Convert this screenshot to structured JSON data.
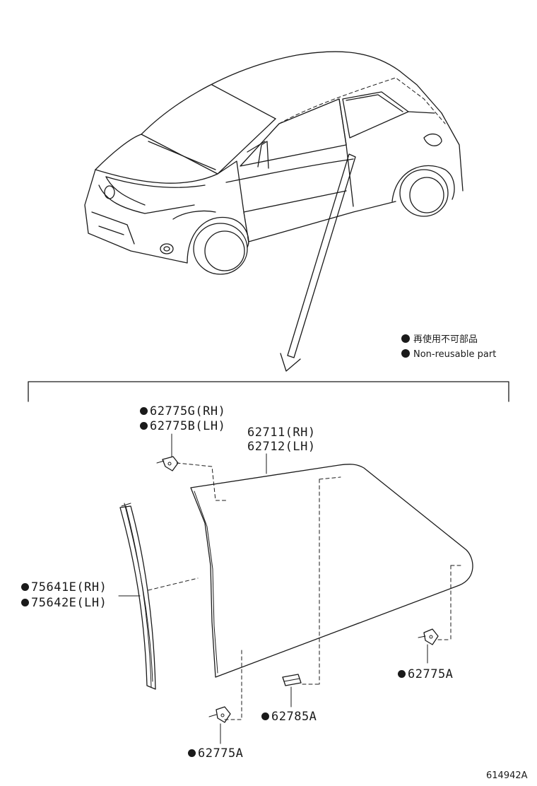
{
  "legend": {
    "items": [
      {
        "text": "再使用不可部品"
      },
      {
        "text": "Non-reusable part"
      }
    ]
  },
  "parts": {
    "clip_upper_rh": "62775G(RH)",
    "clip_upper_lh": "62775B(LH)",
    "glass_rh": "62711(RH)",
    "glass_lh": "62712(LH)",
    "weatherstrip_rh": "75641E(RH)",
    "weatherstrip_lh": "75642E(LH)",
    "clip_right": "62775A",
    "spacer": "62785A",
    "clip_bottom": "62775A"
  },
  "reference_number": "614942A"
}
